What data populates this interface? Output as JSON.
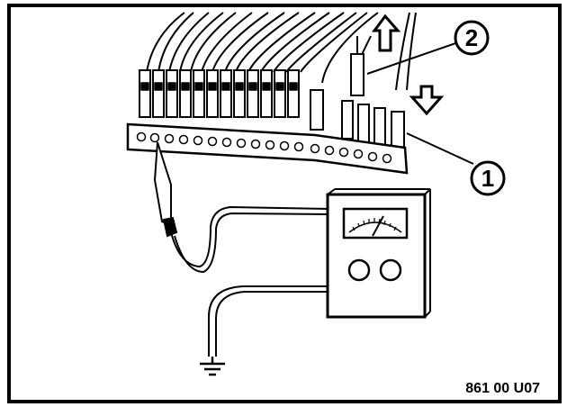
{
  "diagram": {
    "callouts": [
      {
        "number": "1"
      },
      {
        "number": "2"
      }
    ],
    "figure_code": "861 00 U07",
    "icons": [
      "arrow-up-icon",
      "arrow-down-icon",
      "ground-symbol-icon",
      "meter-dial-icon"
    ]
  }
}
